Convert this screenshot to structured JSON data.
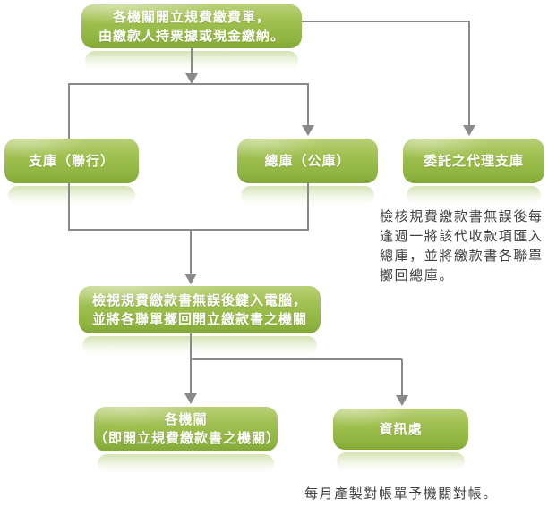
{
  "diagram": {
    "nodes": {
      "start": {
        "line1": "各機關開立規費繳費單，",
        "line2": "由繳款人持票據或現金繳納。"
      },
      "sub_treasury": {
        "label": "支庫（聯行）"
      },
      "main_treasury": {
        "label": "總庫（公庫）"
      },
      "agent_treasury": {
        "label": "委託之代理支庫"
      },
      "verify": {
        "line1": "檢視規費繳款書無誤後鍵入電腦，",
        "line2": "並將各聯單擲回開立繳款書之機關"
      },
      "agencies": {
        "line1": "各機關",
        "line2": "（即開立規費繳款書之機關）"
      },
      "info_office": {
        "label": "資訊處"
      }
    },
    "notes": {
      "agent_note_lines": {
        "l1": "檢核規費繳款書無誤後每",
        "l2": "逢週一將該代收款項匯入",
        "l3": "總庫，並將繳款書各聯單",
        "l4": "擲回總庫。"
      },
      "monthly_note": "每月產製對帳單予機關對帳。"
    },
    "colors": {
      "box_gradient_top": "#b9d077",
      "box_gradient_mid": "#99bb49",
      "box_gradient_bottom": "#82a736",
      "box_text": "#ffffff",
      "connector": "#8a8a8a",
      "note_text": "#3f3f3f",
      "background": "#ffffff"
    }
  }
}
